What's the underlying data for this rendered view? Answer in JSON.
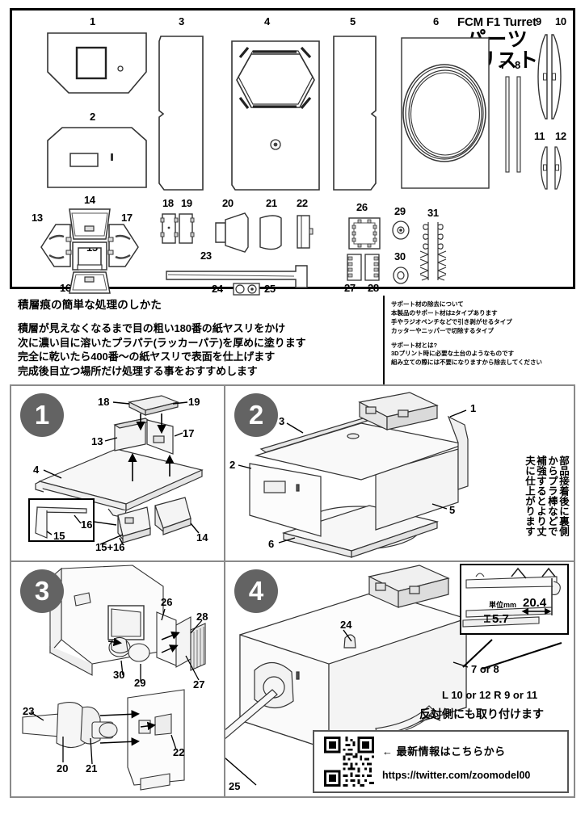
{
  "title": {
    "en": "FCM F1 Turret",
    "jp_line1": "パーツ",
    "jp_line2": "リスト"
  },
  "parts_list": {
    "numbers": [
      "1",
      "2",
      "3",
      "4",
      "5",
      "6",
      "7",
      "8",
      "9",
      "10",
      "11",
      "12",
      "13",
      "14",
      "15",
      "16",
      "17",
      "18",
      "19",
      "20",
      "21",
      "22",
      "23",
      "24",
      "25",
      "26",
      "27",
      "28",
      "29",
      "30",
      "31"
    ]
  },
  "notes": {
    "heading": "積層痕の簡単な処理のしかた",
    "lines": [
      "積層が見えなくなるまで目の粗い180番の紙ヤスリをかけ",
      "次に濃い目に溶いたプラパテ(ラッカーパテ)を厚めに塗ります",
      "完全に乾いたら400番～の紙ヤスリで表面を仕上げます",
      "完成後目立つ場所だけ処理する事をおすすめします"
    ],
    "support": {
      "block1": [
        "サポート材の除去について",
        "本製品のサポート材は2タイプあります",
        "手やラジオペンチなどで引き剥がせるタイプ",
        "カッターやニッパーで切除するタイプ"
      ],
      "block2": [
        "サポート材とは?",
        "3Dプリント時に必要な土台のようなものです",
        "組み立ての際には不要になりますから除去してください"
      ]
    }
  },
  "steps": [
    {
      "number": "1",
      "labels": [
        "18",
        "19",
        "13",
        "17",
        "4",
        "16",
        "15",
        "15+16",
        "14"
      ]
    },
    {
      "number": "2",
      "labels": [
        "1",
        "2",
        "3",
        "5",
        "6"
      ],
      "vertical_note": "部品接着後に裏側からプラ棒などで補強するとより丈夫に仕上がります"
    },
    {
      "number": "3",
      "labels": [
        "26",
        "28",
        "27",
        "29",
        "30",
        "23",
        "20",
        "21",
        "22"
      ]
    },
    {
      "number": "4",
      "labels": [
        "24",
        "25"
      ],
      "callouts": {
        "part_7_8": "7 or 8",
        "left_right": "L  10 or 12      R   9 or 11",
        "reverse_note": "反対側にも取り付けます"
      },
      "dimensions": {
        "unit": "単位mm",
        "length": "20.4",
        "height": "5.7"
      }
    }
  ],
  "footer": {
    "qr_text": "← 最新情報はこちらから",
    "url": "https://twitter.com/zoomodel00"
  },
  "colors": {
    "step_badge": "#636363",
    "panel_border": "#000000",
    "grid_border": "#8a8a8a",
    "part_fill": "#ffffff",
    "part_stroke": "#333333"
  }
}
